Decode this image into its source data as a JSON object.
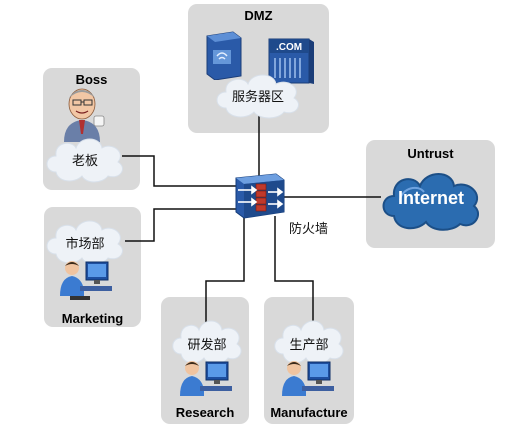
{
  "zones": {
    "dmz": {
      "title": "DMZ",
      "cloud_label": "服务器区",
      "com_label": ".COM"
    },
    "boss": {
      "title": "Boss",
      "cloud_label": "老板"
    },
    "marketing": {
      "title": "Marketing",
      "cloud_label": "市场部"
    },
    "research": {
      "title": "Research",
      "cloud_label": "研发部"
    },
    "manufacture": {
      "title": "Manufacture",
      "cloud_label": "生产部"
    },
    "untrust": {
      "title": "Untrust",
      "cloud_label": "Internet"
    }
  },
  "firewall": {
    "label": "防火墙"
  },
  "colors": {
    "zone_bg": "#d9d9d9",
    "cloud_fill": "#eef2f7",
    "internet_fill": "#2b6cb0",
    "device_blue": "#2a5aa8",
    "firewall_red": "#c0392b"
  }
}
